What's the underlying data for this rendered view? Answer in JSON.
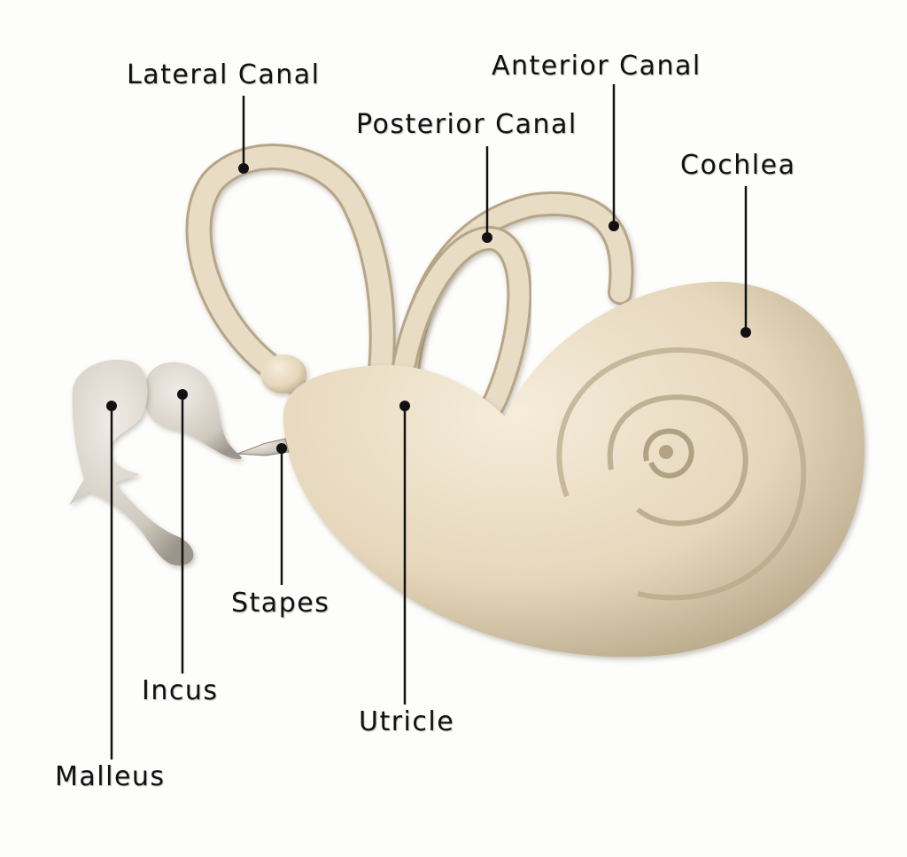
{
  "labels": {
    "lateral_canal": "Lateral Canal",
    "anterior_canal": "Anterior Canal",
    "posterior_canal": "Posterior Canal",
    "cochlea": "Cochlea",
    "stapes": "Stapes",
    "incus": "Incus",
    "utricle": "Utricle",
    "malleus": "Malleus"
  },
  "colors": {
    "background": "#fdfdfc",
    "bone": "#e9dcc3",
    "bone_shadow": "#a8987c",
    "ossicle": "#d6d0c6",
    "leader_line": "#111111"
  }
}
